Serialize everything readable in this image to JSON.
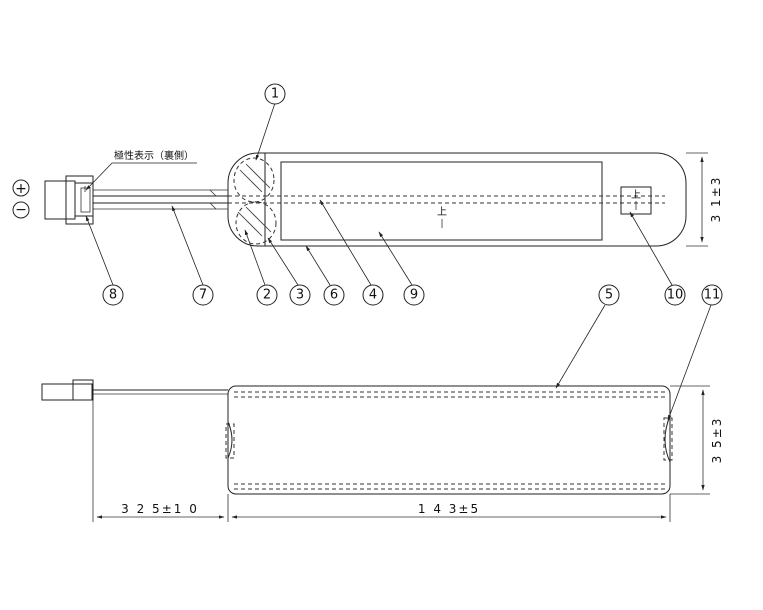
{
  "drawing": {
    "polarity_note": "極性表示（裏側）",
    "positive_symbol": "+",
    "negative_symbol": "−",
    "up_mark": "上",
    "dimensions": {
      "width_top": "3 1±3",
      "width_bottom": "3 5±3",
      "lead_length": "3 2 5±1 0",
      "body_length": "1 4 3±5"
    },
    "callouts": [
      "1",
      "2",
      "3",
      "4",
      "5",
      "6",
      "7",
      "8",
      "9",
      "10",
      "11"
    ]
  }
}
